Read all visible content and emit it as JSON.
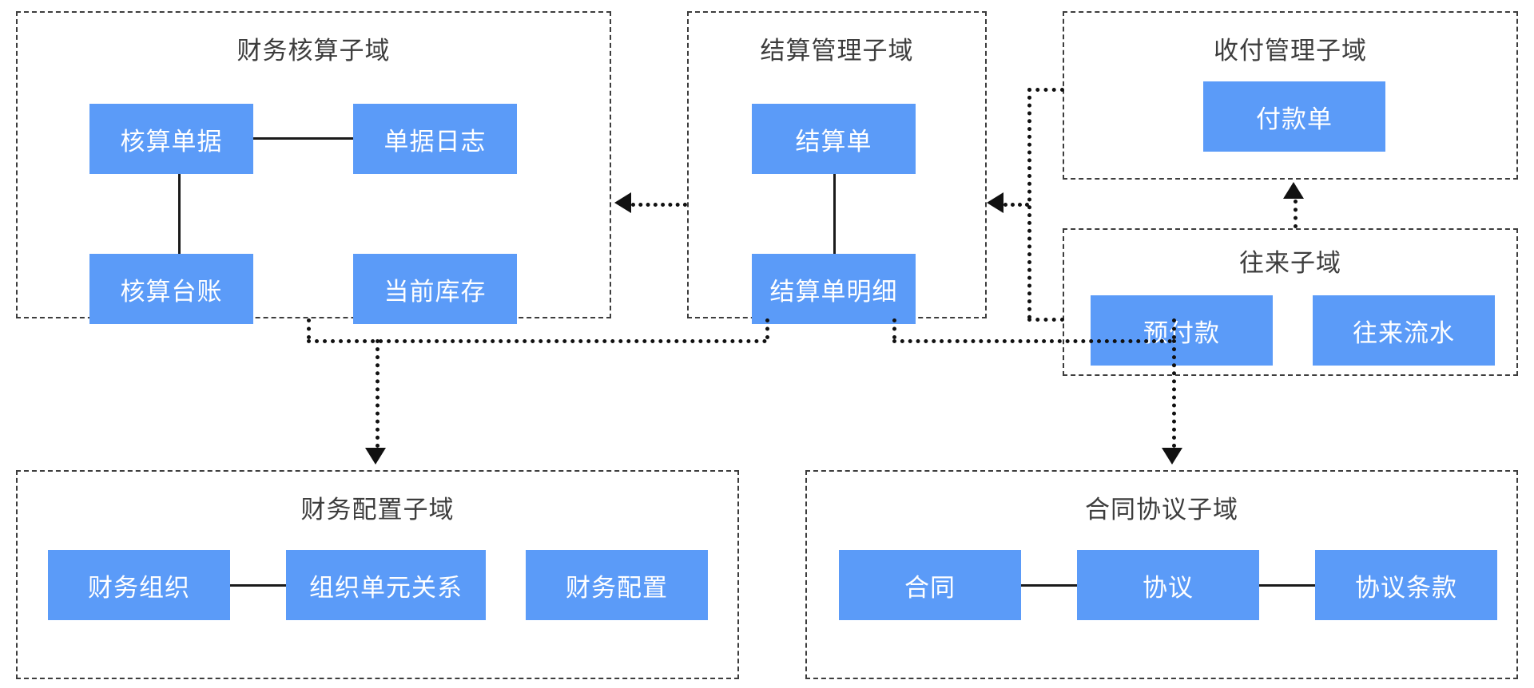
{
  "diagram": {
    "type": "domain-model-diagram",
    "colors": {
      "entity_fill": "#5b9bf8",
      "entity_text": "#ffffff",
      "subdomain_border": "#3d3d3d",
      "connector": "#111111",
      "background": "#ffffff"
    }
  },
  "subdomains": [
    {
      "id": "accounting",
      "title": "财务核算子域",
      "entities": [
        {
          "label": "核算单据"
        },
        {
          "label": "单据日志"
        },
        {
          "label": "核算台账"
        },
        {
          "label": "当前库存"
        }
      ]
    },
    {
      "id": "settlement",
      "title": "结算管理子域",
      "entities": [
        {
          "label": "结算单"
        },
        {
          "label": "结算单明细"
        }
      ]
    },
    {
      "id": "payment",
      "title": "收付管理子域",
      "entities": [
        {
          "label": "付款单"
        }
      ]
    },
    {
      "id": "current-account",
      "title": "往来子域",
      "entities": [
        {
          "label": "预付款"
        },
        {
          "label": "往来流水"
        }
      ]
    },
    {
      "id": "finance-config",
      "title": "财务配置子域",
      "entities": [
        {
          "label": "财务组织"
        },
        {
          "label": "组织单元关系"
        },
        {
          "label": "财务配置"
        }
      ]
    },
    {
      "id": "contract",
      "title": "合同协议子域",
      "entities": [
        {
          "label": "合同"
        },
        {
          "label": "协议"
        },
        {
          "label": "协议条款"
        }
      ]
    }
  ],
  "relations": {
    "solid": [
      {
        "from": "核算单据",
        "to": "单据日志"
      },
      {
        "from": "核算单据",
        "to": "核算台账"
      },
      {
        "from": "结算单",
        "to": "结算单明细"
      },
      {
        "from": "财务组织",
        "to": "组织单元关系"
      },
      {
        "from": "合同",
        "to": "协议"
      },
      {
        "from": "协议",
        "to": "协议条款"
      }
    ],
    "dependencies": [
      {
        "from": "结算管理子域",
        "to": "财务核算子域"
      },
      {
        "from": "收付管理子域",
        "to": "结算管理子域"
      },
      {
        "from": "往来子域",
        "to": "结算管理子域"
      },
      {
        "from": "往来子域",
        "to": "收付管理子域"
      },
      {
        "from": "财务核算子域",
        "to": "财务配置子域"
      },
      {
        "from": "结算管理子域",
        "to": "财务配置子域"
      },
      {
        "from": "结算管理子域",
        "to": "合同协议子域"
      },
      {
        "from": "往来子域",
        "to": "合同协议子域"
      }
    ]
  }
}
